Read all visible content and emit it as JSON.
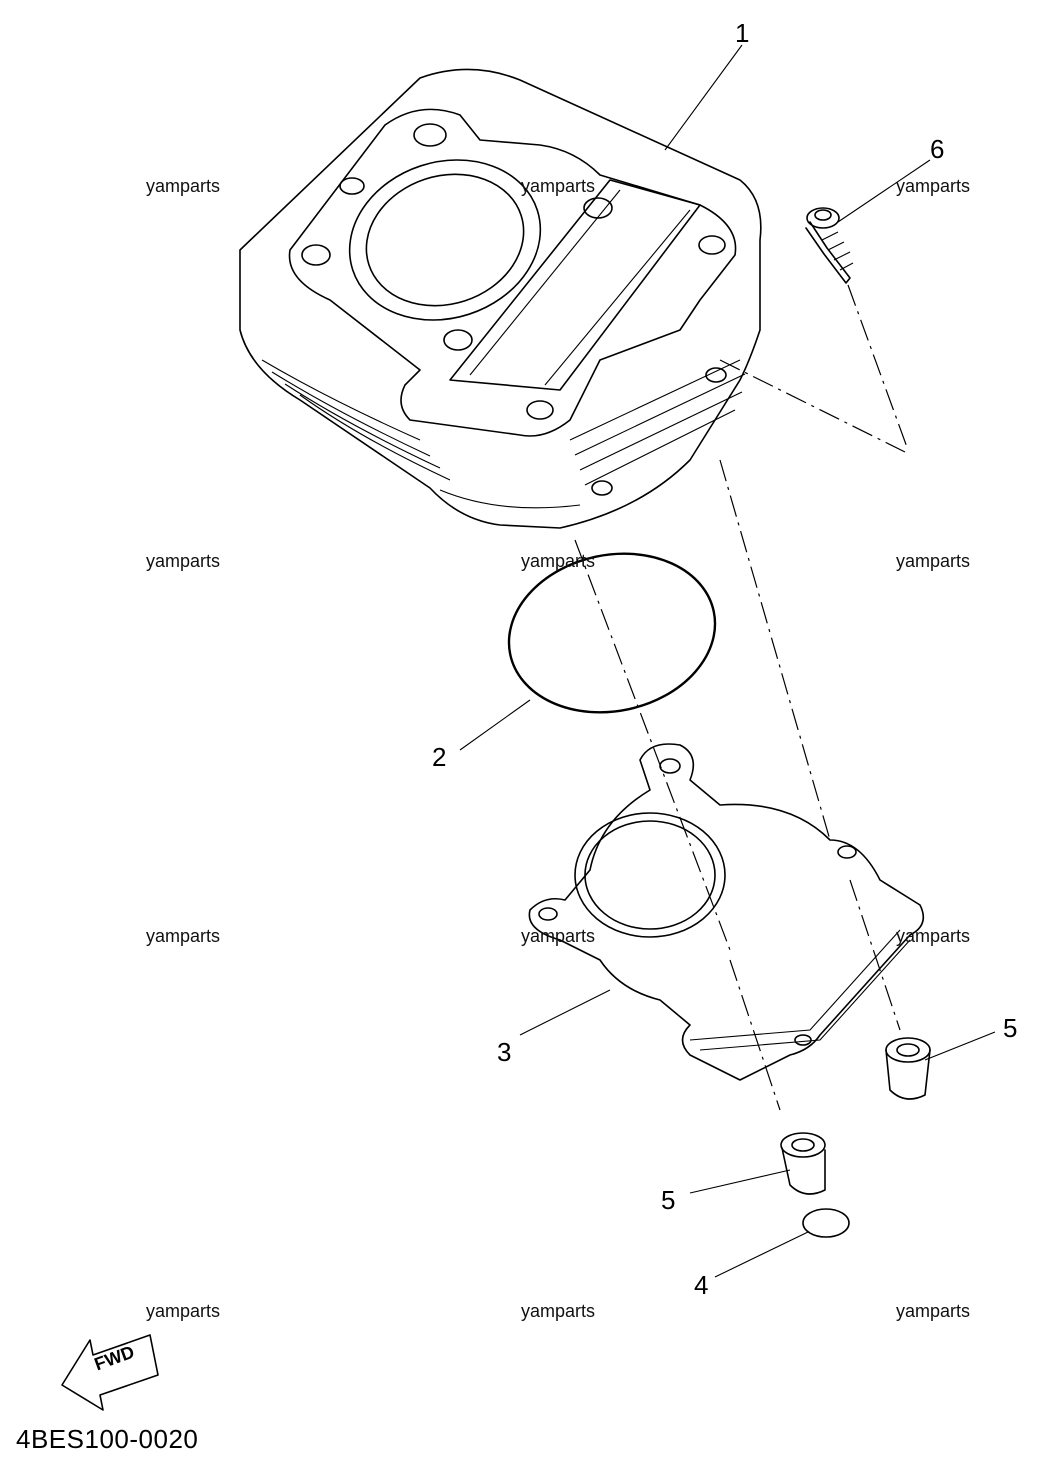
{
  "diagram": {
    "part_number": "4BES100-0020",
    "watermark": "yamparts",
    "fwd_label": "FWD",
    "callouts": [
      {
        "id": "1",
        "label": "1"
      },
      {
        "id": "2",
        "label": "2"
      },
      {
        "id": "3",
        "label": "3"
      },
      {
        "id": "4",
        "label": "4"
      },
      {
        "id": "5a",
        "label": "5"
      },
      {
        "id": "5b",
        "label": "5"
      },
      {
        "id": "6",
        "label": "6"
      }
    ],
    "watermarks": [
      {
        "id": "r1c1"
      },
      {
        "id": "r1c2"
      },
      {
        "id": "r1c3"
      },
      {
        "id": "r2c1"
      },
      {
        "id": "r2c2"
      },
      {
        "id": "r2c3"
      },
      {
        "id": "r3c1"
      },
      {
        "id": "r3c2"
      },
      {
        "id": "r3c3"
      },
      {
        "id": "r4c1"
      },
      {
        "id": "r4c2"
      },
      {
        "id": "r4c3"
      }
    ]
  }
}
